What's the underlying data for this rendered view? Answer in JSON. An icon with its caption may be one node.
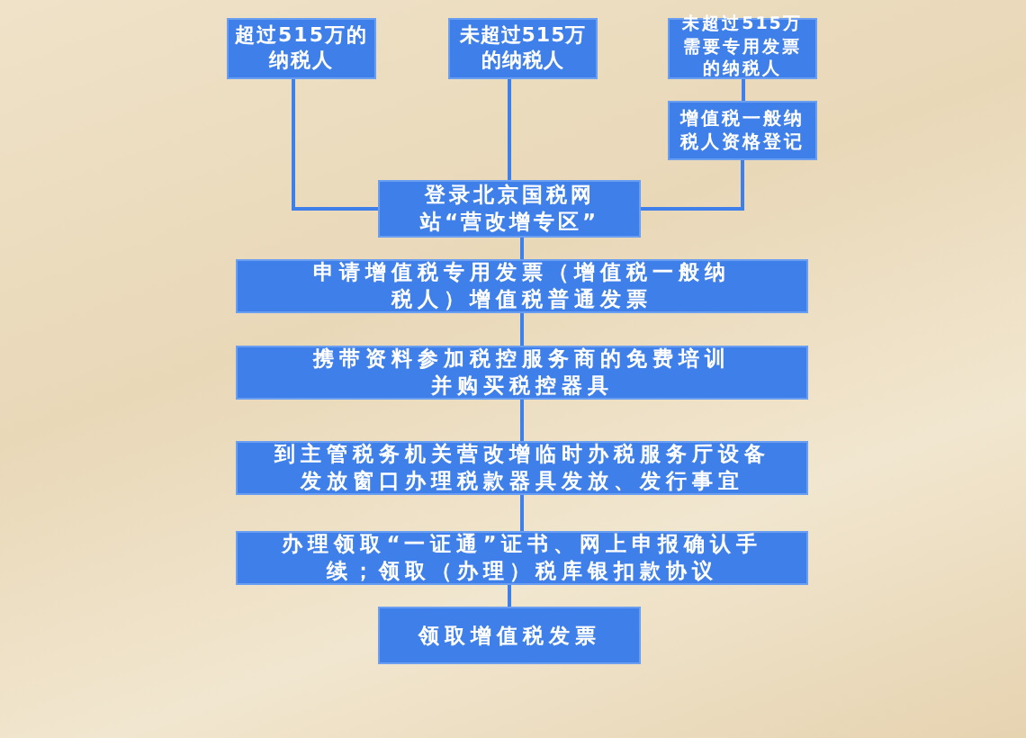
{
  "diagram": {
    "nodes": [
      {
        "text": [
          "超过515万的纳税人"
        ]
      },
      {
        "text": [
          "未超过515万的纳税人"
        ]
      },
      {
        "text": [
          "未超过515万需要专用发票的纳税人"
        ]
      },
      {
        "text": [
          "增值税一般纳税人资格登记"
        ]
      },
      {
        "text": [
          "登录北京国税网站“营改增专区”"
        ]
      },
      {
        "text": [
          "申请增值税专用发票（增值税一般纳税人）增值税普通发票"
        ]
      },
      {
        "text": [
          "携带资料参加税控服务商的免费培训并购买税控器具"
        ]
      },
      {
        "text": [
          "到主管税务机关营改增临时办税服务厅设备发放窗口办理税款器具发放、发行事宜"
        ]
      },
      {
        "text": [
          "办理领取“一证通”证书、网上申报确认手续；领取（办理）税库银扣款协议"
        ]
      },
      {
        "text": [
          "领取增值税发票"
        ]
      }
    ],
    "edges": [
      {
        "from": 0,
        "to": 4,
        "arrow": "none"
      },
      {
        "from": 1,
        "to": 4,
        "arrow": "none"
      },
      {
        "from": 2,
        "to": 3,
        "arrow": "none"
      },
      {
        "from": 3,
        "to": 4,
        "arrow": "none"
      },
      {
        "from": 4,
        "to": 5,
        "arrow": "none"
      },
      {
        "from": 5,
        "to": 6,
        "arrow": "none"
      },
      {
        "from": 6,
        "to": 7,
        "arrow": "none"
      },
      {
        "from": 7,
        "to": 8,
        "arrow": "none"
      },
      {
        "from": 8,
        "to": 9,
        "arrow": "none"
      }
    ]
  }
}
